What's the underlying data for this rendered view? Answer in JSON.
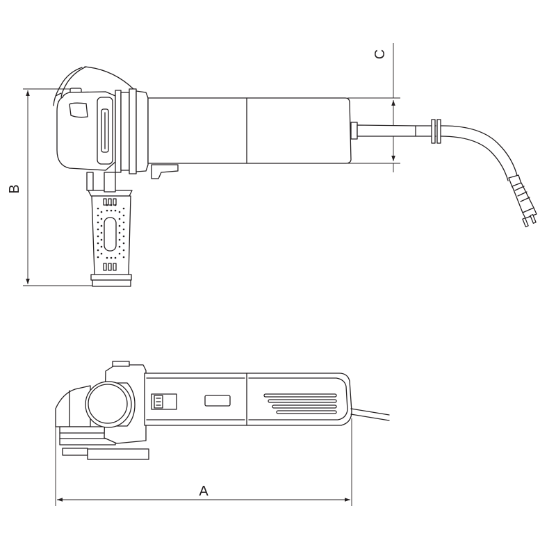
{
  "diagram": {
    "dimension_labels": {
      "length": "A",
      "height": "B",
      "body_diameter": "C"
    }
  },
  "colors": {
    "line": "#231f20",
    "background": "#ffffff"
  }
}
